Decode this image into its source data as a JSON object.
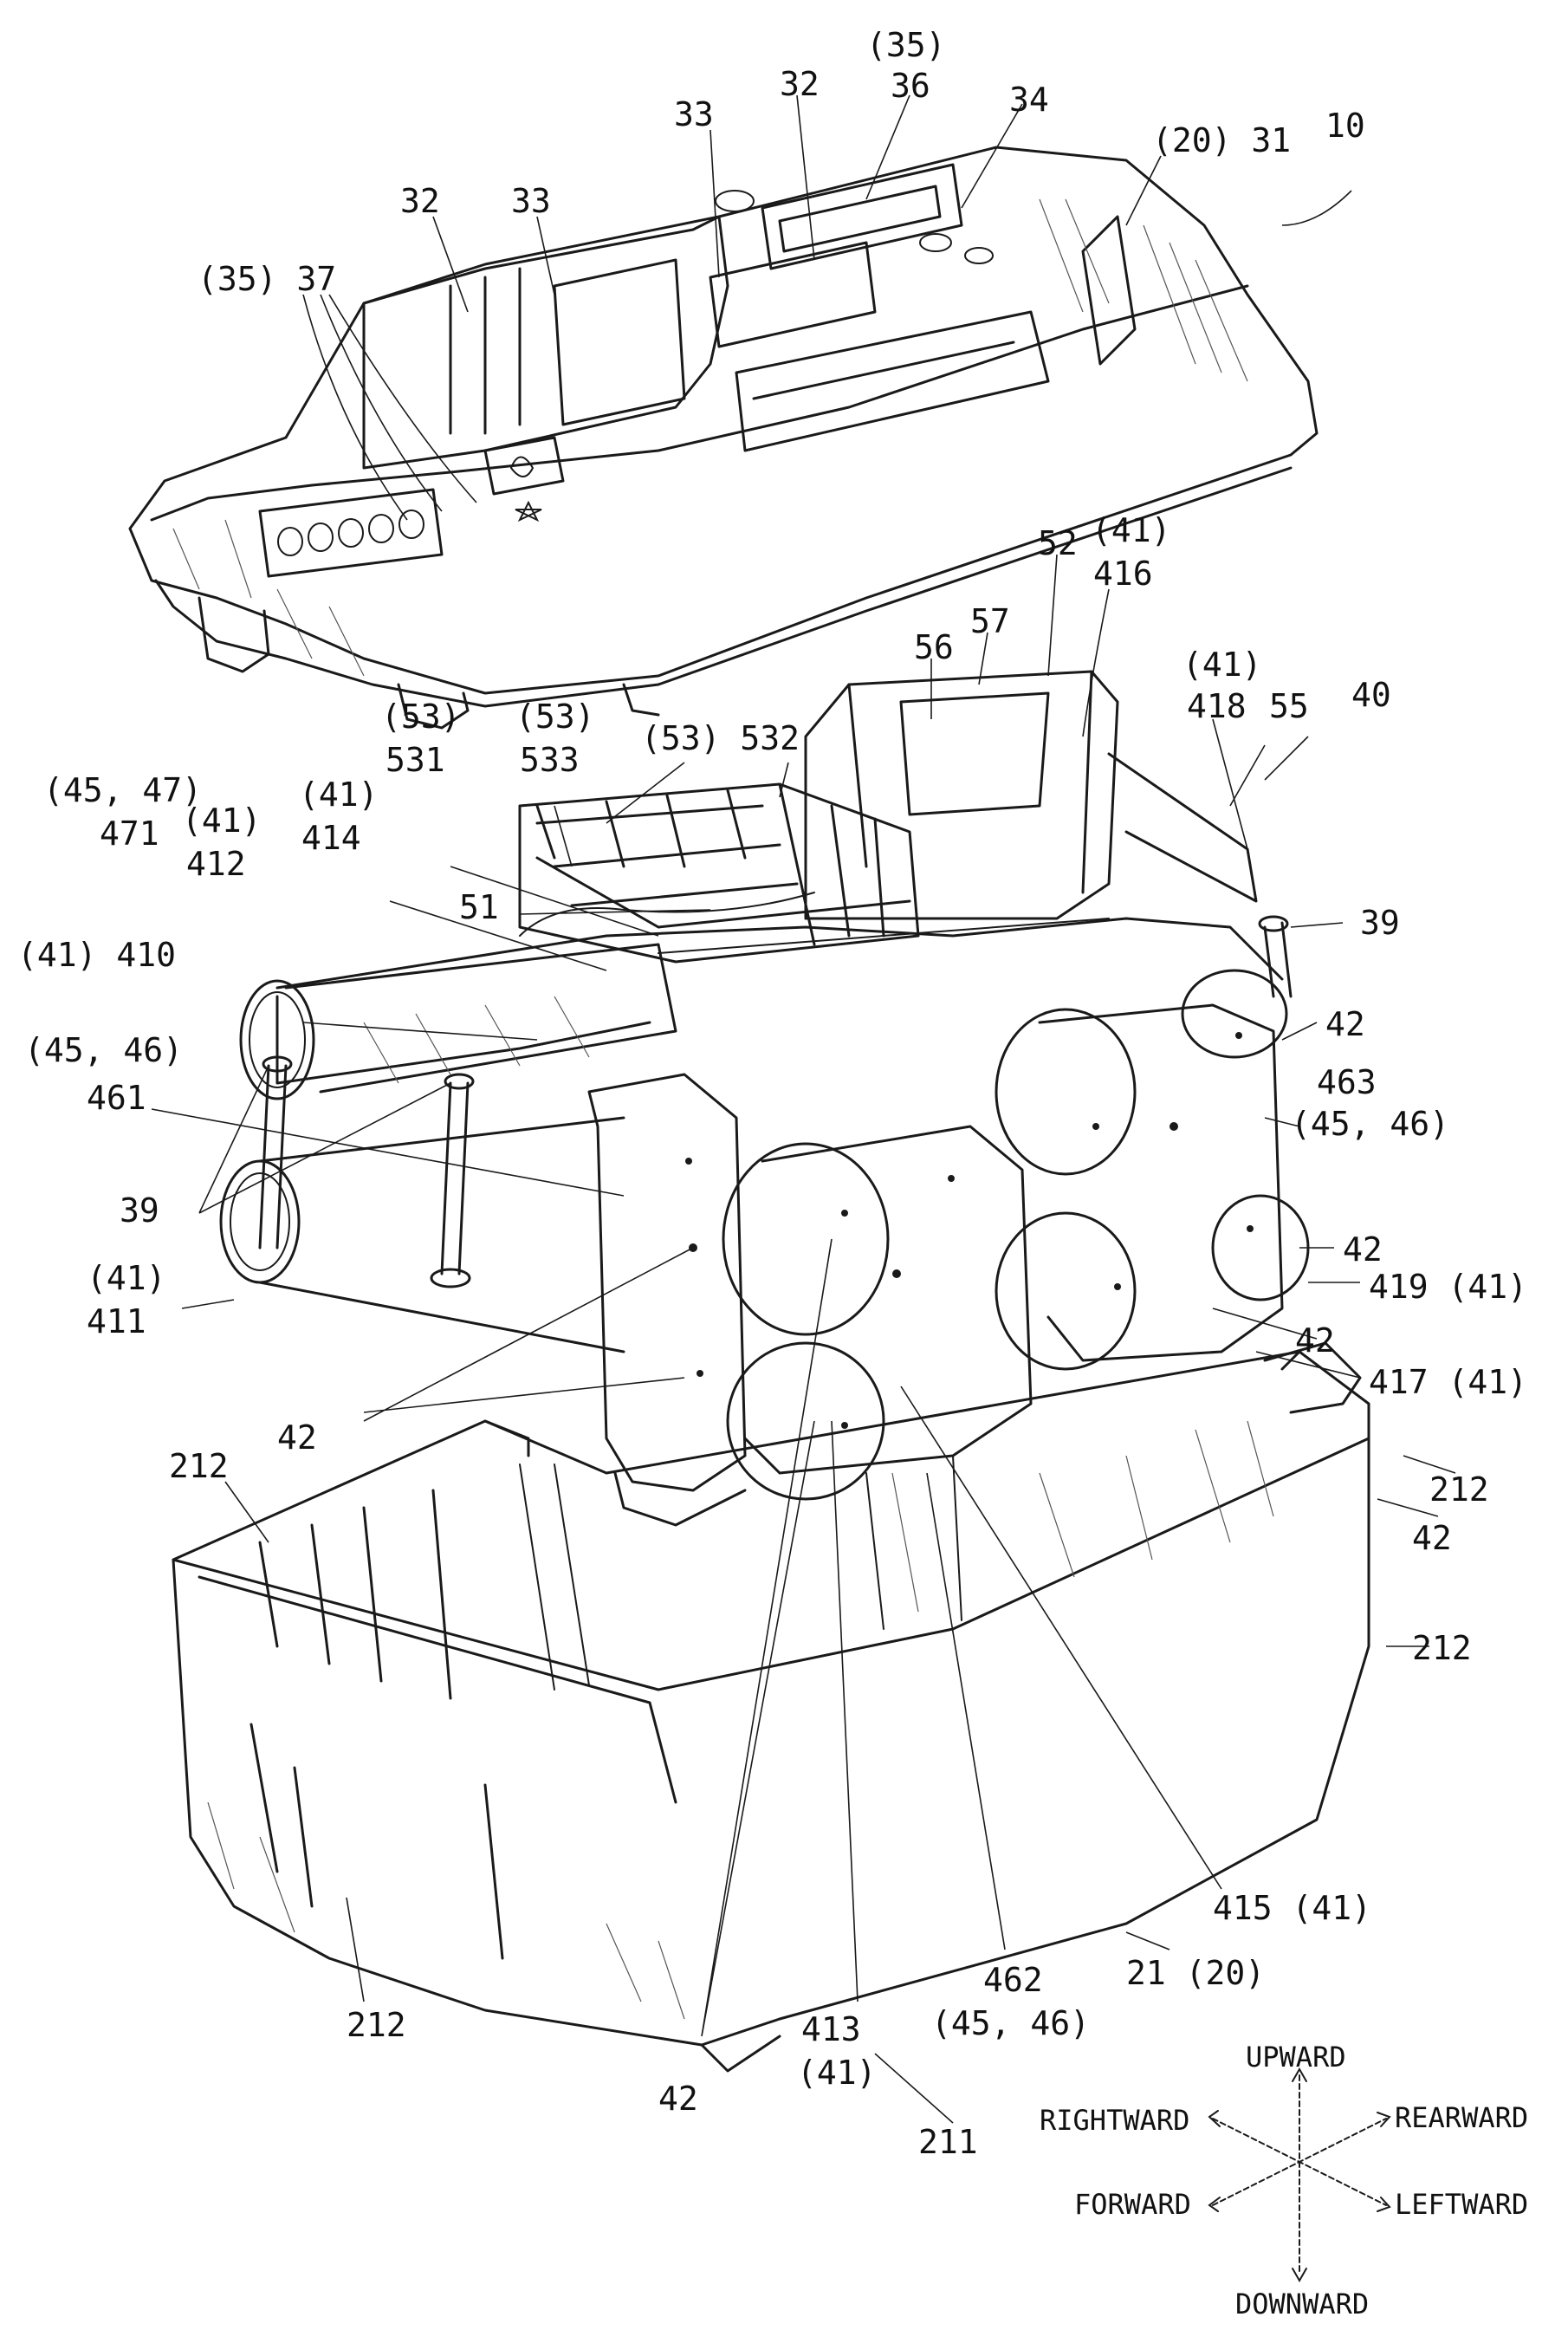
{
  "labels": [
    {
      "name": "ref-35-top",
      "text": "(35)"
    },
    {
      "name": "ref-36",
      "text": "36"
    },
    {
      "name": "ref-34",
      "text": "34"
    },
    {
      "name": "ref-32-top",
      "text": "32"
    },
    {
      "name": "ref-33-top-mid",
      "text": "33"
    },
    {
      "name": "ref-20-31",
      "text": "(20) 31"
    },
    {
      "name": "ref-10",
      "text": "10"
    },
    {
      "name": "ref-32-left",
      "text": "32"
    },
    {
      "name": "ref-33-left",
      "text": "33"
    },
    {
      "name": "ref-35-37",
      "text": "(35) 37"
    },
    {
      "name": "ref-56",
      "text": "56"
    },
    {
      "name": "ref-57",
      "text": "57"
    },
    {
      "name": "ref-52",
      "text": "52"
    },
    {
      "name": "ref-41-416a",
      "text": "(41)"
    },
    {
      "name": "ref-41-416b",
      "text": "416"
    },
    {
      "name": "ref-41-418a",
      "text": "(41)"
    },
    {
      "name": "ref-41-418b",
      "text": "418"
    },
    {
      "name": "ref-55",
      "text": "55"
    },
    {
      "name": "ref-40",
      "text": "40"
    },
    {
      "name": "ref-53-531a",
      "text": "(53)"
    },
    {
      "name": "ref-53-531b",
      "text": "531"
    },
    {
      "name": "ref-53-533a",
      "text": "(53)"
    },
    {
      "name": "ref-53-533b",
      "text": "533"
    },
    {
      "name": "ref-53-532",
      "text": "(53) 532"
    },
    {
      "name": "ref-45-47a",
      "text": "(45, 47)"
    },
    {
      "name": "ref-45-47b",
      "text": "471"
    },
    {
      "name": "ref-41-412a",
      "text": "(41)"
    },
    {
      "name": "ref-41-412b",
      "text": "412"
    },
    {
      "name": "ref-41-414a",
      "text": "(41)"
    },
    {
      "name": "ref-41-414b",
      "text": "414"
    },
    {
      "name": "ref-51",
      "text": "51"
    },
    {
      "name": "ref-41-410",
      "text": "(41) 410"
    },
    {
      "name": "ref-39-right",
      "text": "39"
    },
    {
      "name": "ref-42-a",
      "text": "42"
    },
    {
      "name": "ref-45-46-461a",
      "text": "(45, 46)"
    },
    {
      "name": "ref-45-46-461b",
      "text": "461"
    },
    {
      "name": "ref-463",
      "text": "463"
    },
    {
      "name": "ref-45-46-463",
      "text": "(45, 46)"
    },
    {
      "name": "ref-39-left",
      "text": "39"
    },
    {
      "name": "ref-42-b",
      "text": "42"
    },
    {
      "name": "ref-41-411a",
      "text": "(41)"
    },
    {
      "name": "ref-41-411b",
      "text": "411"
    },
    {
      "name": "ref-419",
      "text": "419 (41)"
    },
    {
      "name": "ref-42-c",
      "text": "42"
    },
    {
      "name": "ref-417",
      "text": "417 (41)"
    },
    {
      "name": "ref-42-d",
      "text": "42"
    },
    {
      "name": "ref-212-a",
      "text": "212"
    },
    {
      "name": "ref-212-b",
      "text": "212"
    },
    {
      "name": "ref-42-e",
      "text": "42"
    },
    {
      "name": "ref-212-c",
      "text": "212"
    },
    {
      "name": "ref-212-d",
      "text": "212"
    },
    {
      "name": "ref-415",
      "text": "415 (41)"
    },
    {
      "name": "ref-21-20",
      "text": "21 (20)"
    },
    {
      "name": "ref-462",
      "text": "462"
    },
    {
      "name": "ref-45-46-462",
      "text": "(45, 46)"
    },
    {
      "name": "ref-413",
      "text": "413"
    },
    {
      "name": "ref-41-413",
      "text": "(41)"
    },
    {
      "name": "ref-42-f",
      "text": "42"
    },
    {
      "name": "ref-211",
      "text": "211"
    }
  ],
  "directions": {
    "upward": "UPWARD",
    "rearward": "REARWARD",
    "rightward": "RIGHTWARD",
    "forward": "FORWARD",
    "leftward": "LEFTWARD",
    "downward": "DOWNWARD"
  }
}
